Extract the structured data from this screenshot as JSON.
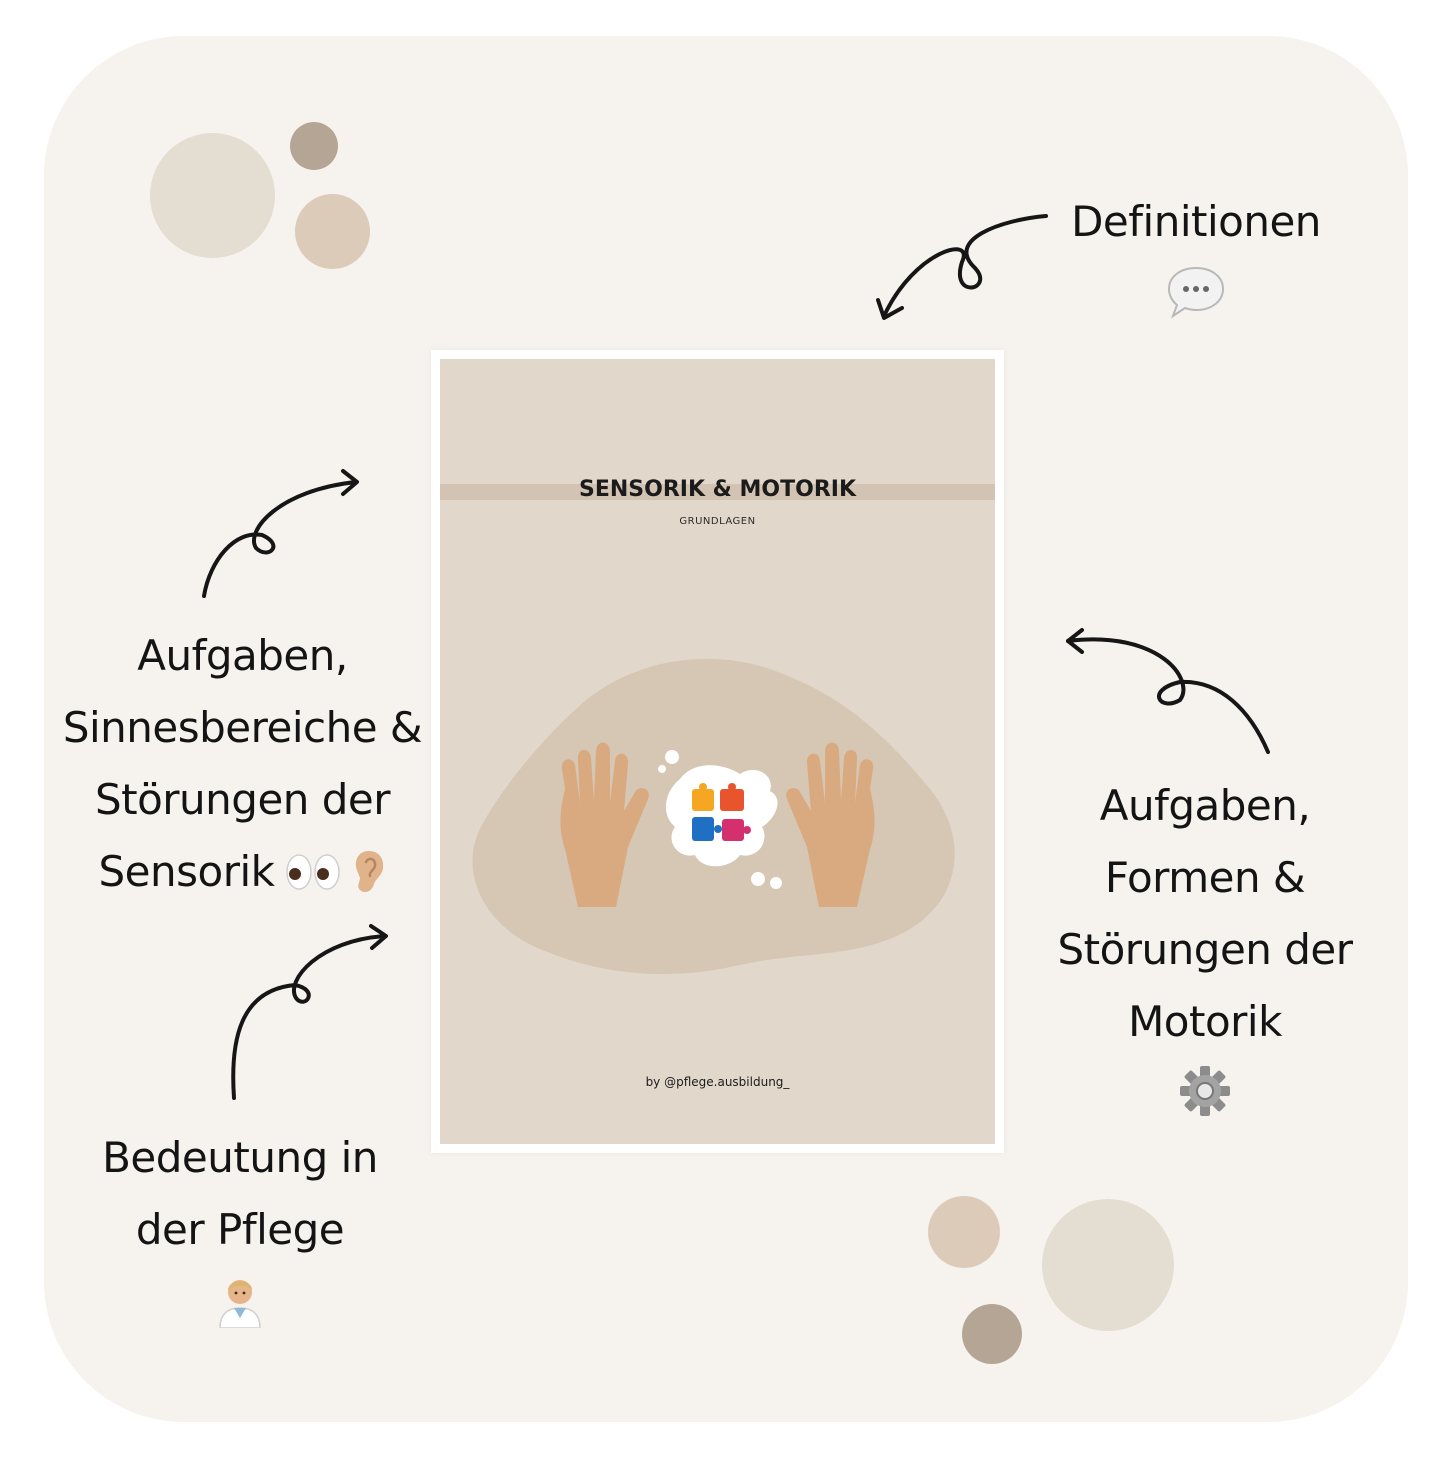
{
  "labels": {
    "definitions": {
      "lines": [
        "Definitionen"
      ],
      "icons": [
        "speech-bubble-icon"
      ]
    },
    "sensorik": {
      "lines": [
        "Aufgaben,",
        "Sinnesbereiche &",
        "Störungen der",
        "Sensorik"
      ],
      "icons": [
        "eyes-icon",
        "ear-icon"
      ]
    },
    "motorik": {
      "lines": [
        "Aufgaben,",
        "Formen &",
        "Störungen der",
        "Motorik"
      ],
      "icons": [
        "gear-icon"
      ]
    },
    "pflege": {
      "lines": [
        "Bedeutung in",
        "der Pflege"
      ],
      "icons": [
        "health-worker-icon"
      ]
    }
  },
  "document": {
    "title": "SENSORIK & MOTORIK",
    "subtitle": "GRUNDLAGEN",
    "byline": "by @pflege.ausbildung_"
  },
  "colors": {
    "card_background": "#f6f3ee",
    "document_background": "#e2d7cb",
    "document_band": "#d2c3b3",
    "blob": "#d6c6b4",
    "hand": "#d9aa80",
    "dot_light": "#e4ddd2",
    "dot_mid": "#dccbb9",
    "dot_dark": "#b5a595",
    "puzzle": [
      "#f5a623",
      "#e8542b",
      "#1f6fc5",
      "#d4306e"
    ]
  }
}
